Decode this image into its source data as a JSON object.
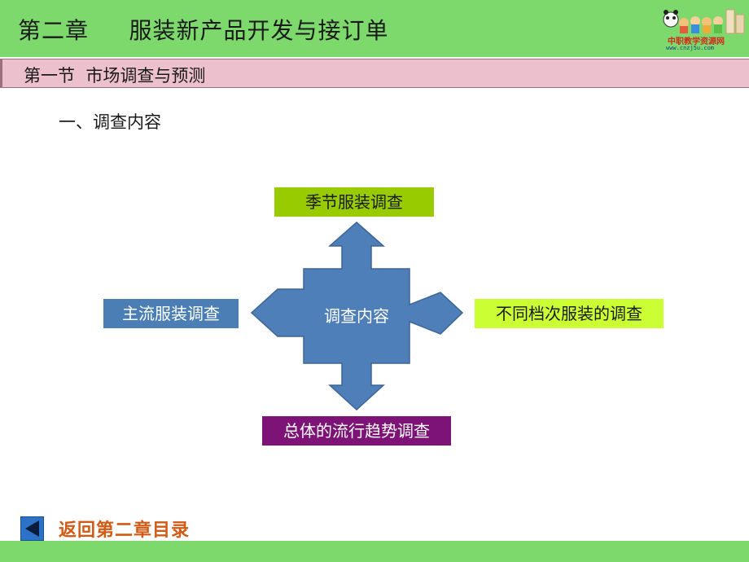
{
  "header": {
    "chapter_title": "第二章     服装新产品开发与接订单",
    "logo": {
      "name": "中职教学资源网",
      "url": "www.cnzj5u.com"
    }
  },
  "section": {
    "title": "第一节  市场调查与预测"
  },
  "content": {
    "subheading": "一、调查内容"
  },
  "diagram": {
    "center": "调查内容",
    "top": "季节服装调查",
    "left": "主流服装调查",
    "right": "不同档次服装的调查",
    "bottom": "总体的流行趋势调查"
  },
  "colors": {
    "header_green": "#7ed96d",
    "section_pink": "#ecc0cd",
    "arrow_blue": "#4f7fb8",
    "top_box": "#99cc00",
    "left_box": "#4a7eb5",
    "right_box": "#ccff33",
    "bottom_box": "#7d1377",
    "back_text": "#d15a15"
  },
  "navigation": {
    "back_icon": "back-arrow-icon",
    "back_label": "返回第二章目录"
  }
}
